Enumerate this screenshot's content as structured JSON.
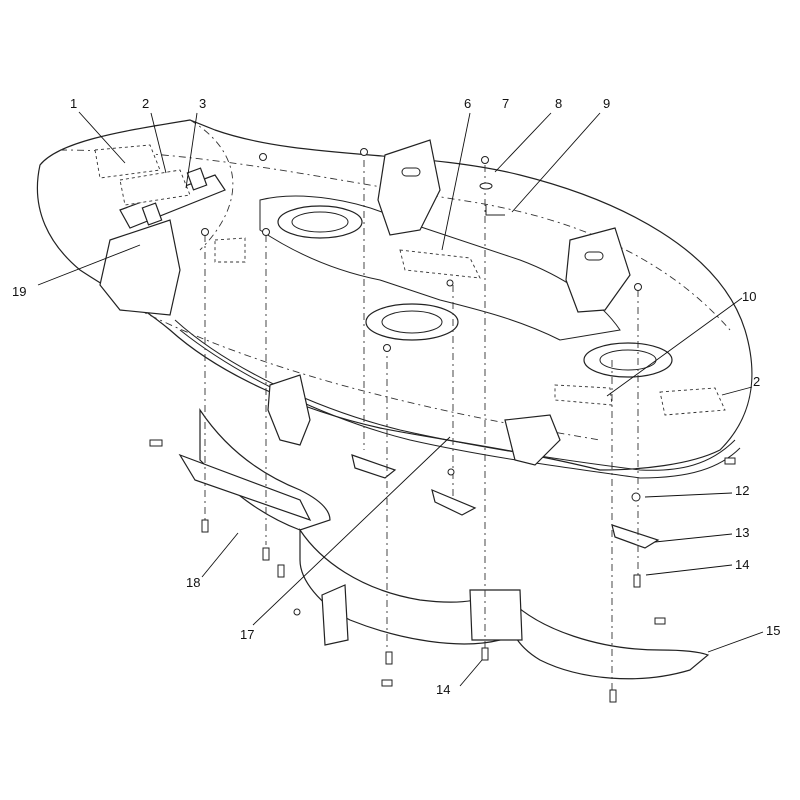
{
  "callouts": [
    {
      "id": "c1",
      "text": "1"
    },
    {
      "id": "c2a",
      "text": "2"
    },
    {
      "id": "c3",
      "text": "3"
    },
    {
      "id": "c6",
      "text": "6"
    },
    {
      "id": "c7",
      "text": "7"
    },
    {
      "id": "c8",
      "text": "8"
    },
    {
      "id": "c9",
      "text": "9"
    },
    {
      "id": "c19",
      "text": "19"
    },
    {
      "id": "c10",
      "text": "10"
    },
    {
      "id": "c2b",
      "text": "2"
    },
    {
      "id": "c12",
      "text": "12"
    },
    {
      "id": "c13",
      "text": "13"
    },
    {
      "id": "c14a",
      "text": "14"
    },
    {
      "id": "c18",
      "text": "18"
    },
    {
      "id": "c17",
      "text": "17"
    },
    {
      "id": "c15",
      "text": "15"
    },
    {
      "id": "c14b",
      "text": "14"
    }
  ],
  "colors": {
    "line": "#222222",
    "background": "#ffffff"
  }
}
